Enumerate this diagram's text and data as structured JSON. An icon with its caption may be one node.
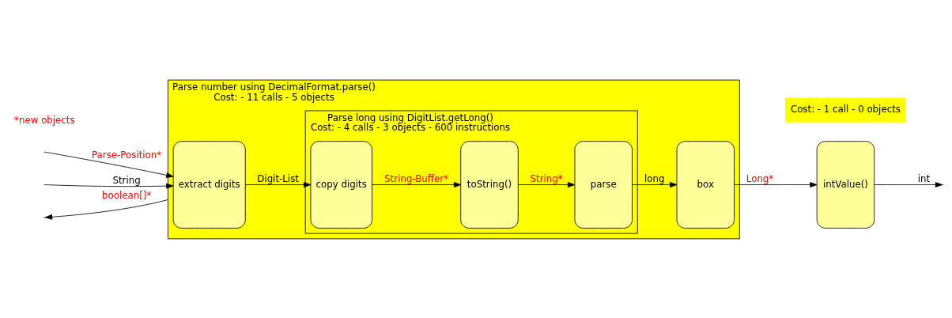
{
  "diagram": {
    "nodes": [
      {
        "text": [
          "Parse number using DecimalFormat.parse()",
          "Cost: - 11 calls - 5 objects"
        ]
      },
      {
        "text": [
          "Parse long using DigitList.getLong()",
          "Cost: - 4 calls - 3 objects - 600 instructions"
        ],
        "in": 0
      },
      {
        "text": [
          "extract digits"
        ],
        "in": 0
      },
      {
        "text": [
          "copy digits"
        ],
        "in": 1
      },
      {
        "text": [
          "toString()"
        ],
        "in": 1
      },
      {
        "text": [
          "parse"
        ],
        "in": 1
      },
      {
        "text": [
          "box"
        ],
        "in": 0
      },
      {
        "text": [
          "Cost: - 1 call - 0 objects"
        ]
      },
      {
        "text": [
          "intValue()"
        ]
      }
    ],
    "edges": [
      {
        "from": null,
        "to": 2,
        "arrow": "to",
        "label": "Parse-Position*"
      },
      {
        "from": null,
        "to": 2,
        "arrow": "to",
        "label": "String"
      },
      {
        "from": 2,
        "to": 3,
        "arrow": "to",
        "label": "Digit-List"
      },
      {
        "from": 3,
        "to": 4,
        "arrow": "to",
        "label": "String-Buffer*"
      },
      {
        "from": 4,
        "to": 5,
        "arrow": "to",
        "label": "String*"
      },
      {
        "from": 5,
        "to": 6,
        "arrow": "to",
        "label": "long"
      },
      {
        "from": 6,
        "to": 8,
        "arrow": "to",
        "label": "Long*"
      },
      {
        "from": 8,
        "to": null,
        "arrow": "to",
        "label": "int"
      },
      {
        "from": 0,
        "to": null,
        "arrow": "to",
        "label": "boolean[]*"
      }
    ],
    "labels": [
      "*new objects"
    ]
  }
}
